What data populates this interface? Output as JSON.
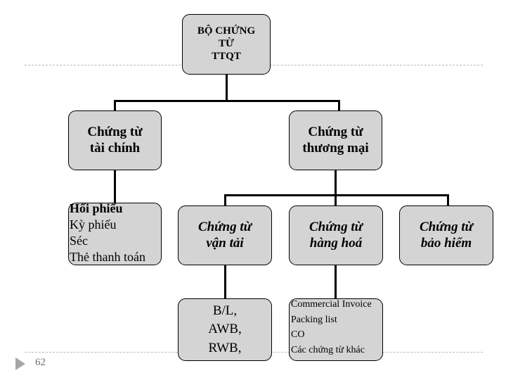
{
  "slide": {
    "page_number": "62",
    "background_color": "#ffffff",
    "node_fill_color": "#d4d4d4",
    "node_border_color": "#000000",
    "connector_color": "#000000",
    "guide_color": "#b8b8b8",
    "footer_marker_color": "#a6a6a6",
    "footer_number_color": "#6f6f6f"
  },
  "nodes": {
    "root": {
      "lines": [
        "BỘ CHỨNG",
        "TỪ",
        "TTQT"
      ],
      "text": "BỘ CHỨNG TỪ TTQT"
    },
    "financial": {
      "lines": [
        "Chứng từ",
        "tài chính"
      ],
      "text": "Chứng từ tài chính"
    },
    "commercial": {
      "lines": [
        "Chứng từ",
        "thương mại"
      ],
      "text": "Chứng từ thương mại"
    },
    "financial_items": {
      "items": [
        "Hối phiếu",
        "Kỳ phiếu",
        "Séc",
        "Thẻ thanh toán"
      ]
    },
    "transport": {
      "lines": [
        "Chứng từ",
        "vận tải"
      ],
      "text": "Chứng từ vận tải"
    },
    "goods": {
      "lines": [
        "Chứng từ",
        "hàng hoá"
      ],
      "text": "Chứng từ hàng hoá"
    },
    "insurance": {
      "lines": [
        "Chứng từ",
        "bảo hiểm"
      ],
      "text": "Chứng từ bảo hiểm"
    },
    "transport_items": {
      "lines": [
        "B/L,",
        "AWB,",
        "RWB,"
      ],
      "text": "B/L, AWB, RWB,"
    },
    "goods_items": {
      "items": [
        "Commercial Invoice",
        "Packing list",
        "CO",
        "Các chứng từ khác"
      ]
    }
  }
}
